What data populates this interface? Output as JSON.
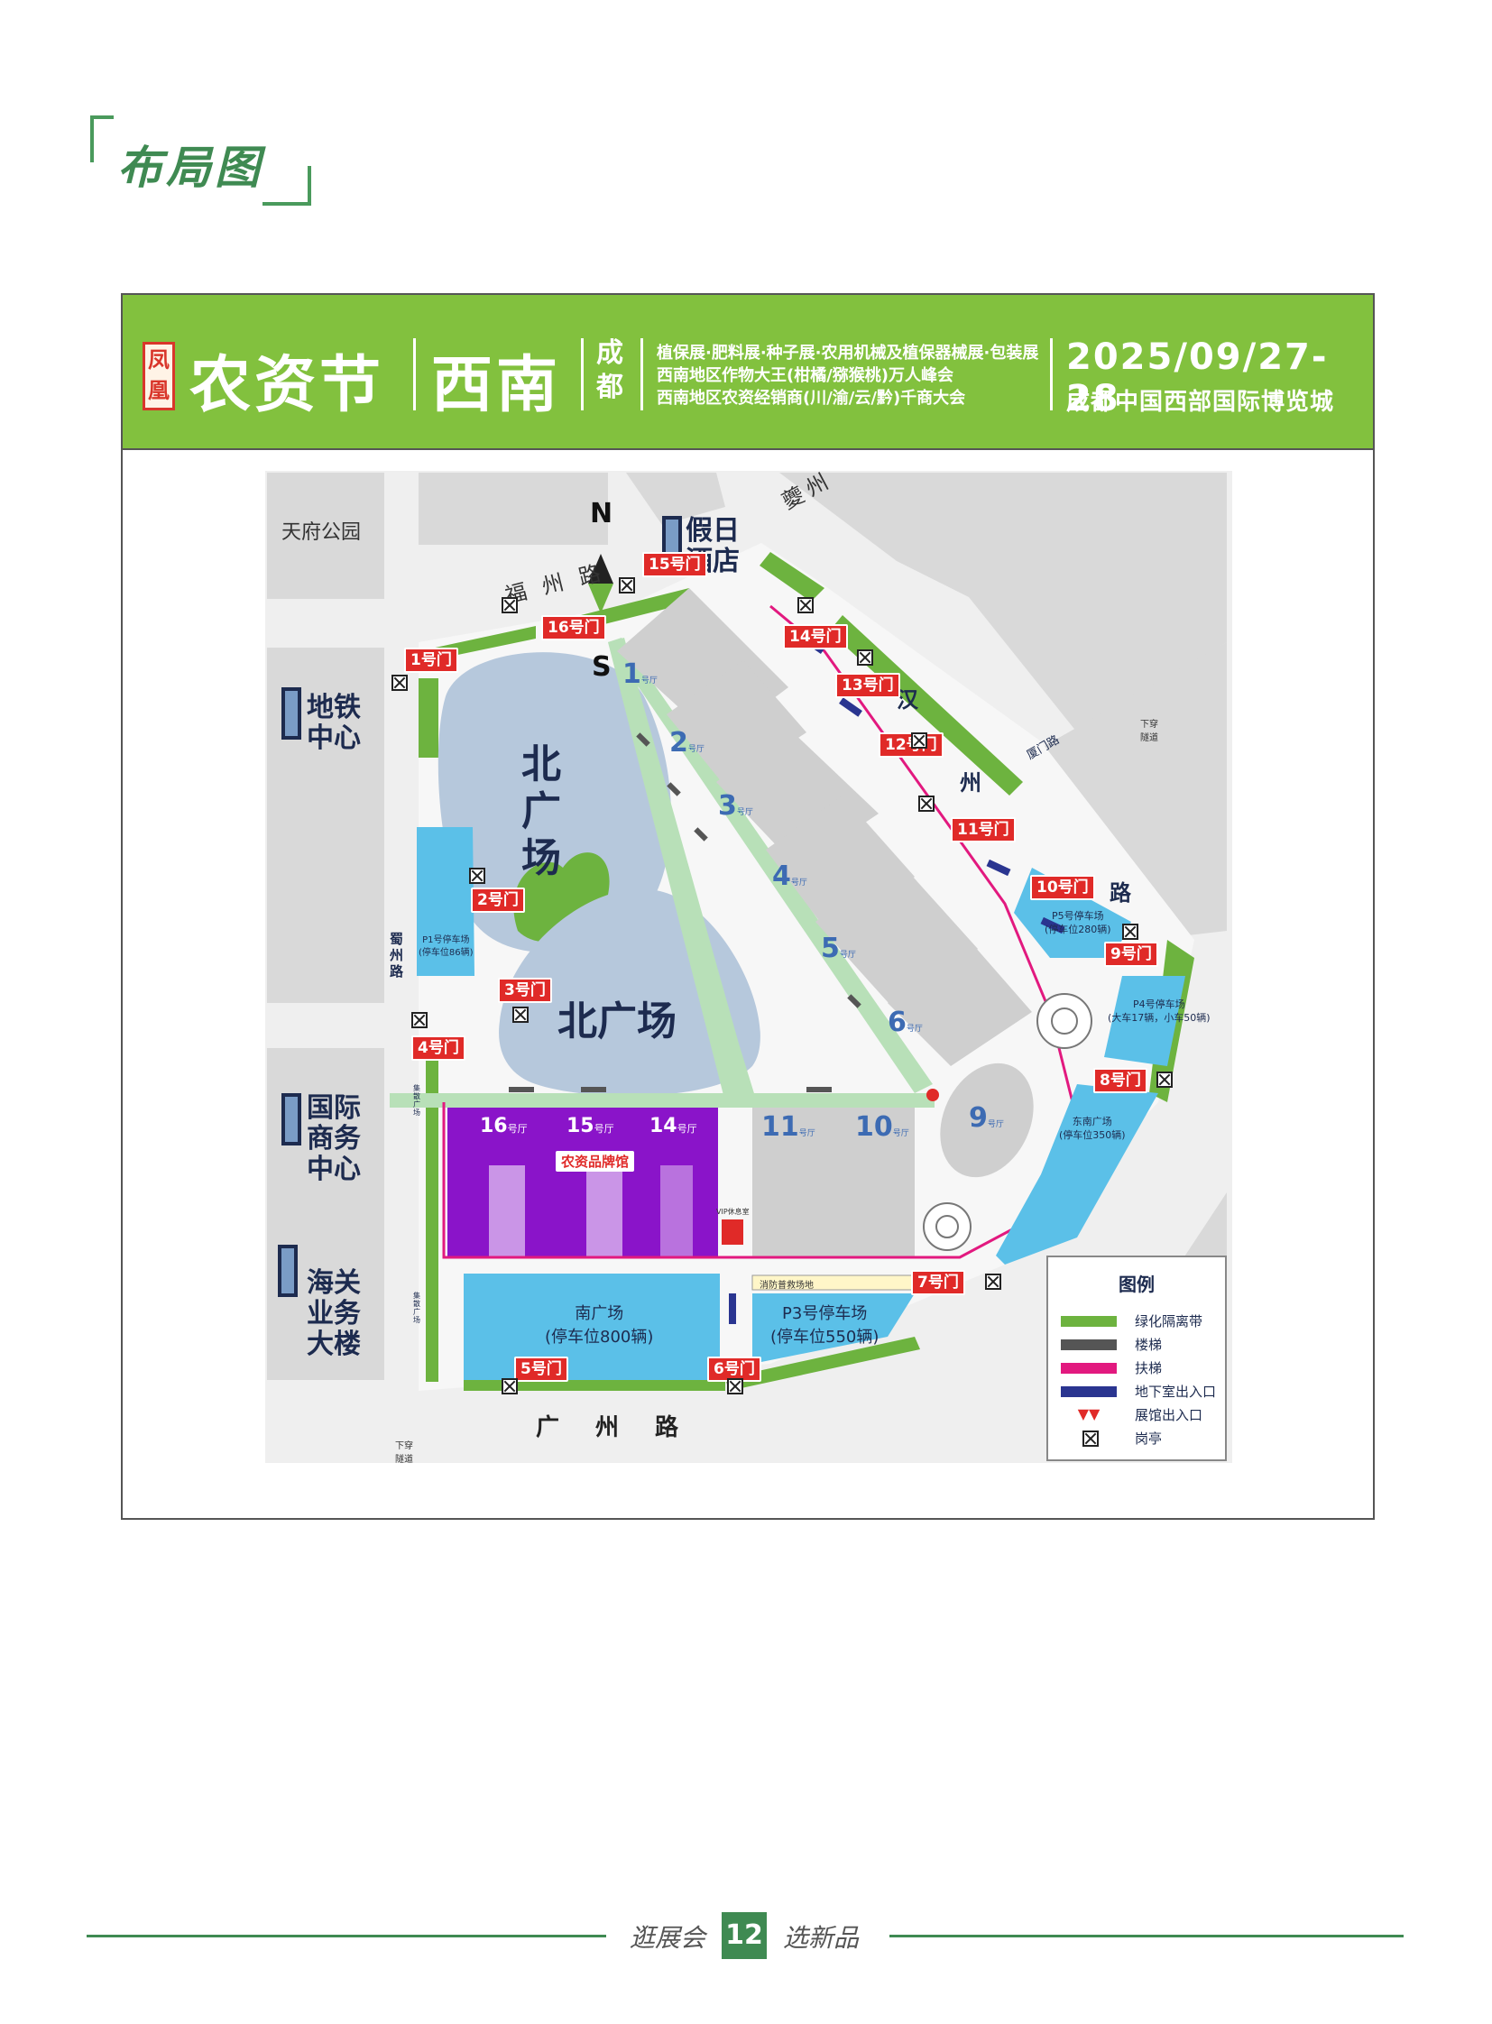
{
  "section_title": "布局图",
  "banner": {
    "logo": "凤凰",
    "name": "农资节",
    "region": "西南",
    "city": "成都",
    "lines": [
      "植保展·肥料展·种子展·农用机械及植保器械展·包装展",
      "西南地区作物大王(柑橘/猕猴桃)万人峰会",
      "西南地区农资经销商(川/渝/云/黔)千商大会"
    ],
    "date": "2025/09/27-28",
    "venue": "成都中国西部国际博览城"
  },
  "map": {
    "places": {
      "tianfu_park": "天府公园",
      "holiday_hotel_1": "假日",
      "holiday_hotel_2": "酒店",
      "metro_center_1": "地铁",
      "metro_center_2": "中心",
      "intl_biz_1": "国际",
      "intl_biz_2": "商务",
      "intl_biz_3": "中心",
      "customs_1": "海关",
      "customs_2": "业务",
      "customs_3": "大楼"
    },
    "roads": {
      "fuzhou": "福州路",
      "kuizhou": "夔州",
      "hanzhou_1": "汉",
      "hanzhou_2": "州",
      "hanzhou_3": "路",
      "shuzhou": "蜀州路",
      "guangzhou": "广州路",
      "xiamen": "厦门路",
      "tunnel": "下穿隧道"
    },
    "compass": {
      "n": "N",
      "s": "S"
    },
    "plazas": {
      "north_plaza_big_1": "北",
      "north_plaza_big_2": "广",
      "north_plaza_big_3": "场",
      "north_plaza": "北广场",
      "south_plaza": "南广场",
      "south_plaza_cap": "(停车位800辆)",
      "p3": "P3号停车场",
      "p3_cap": "(停车位550辆)",
      "p1": "P1号停车场",
      "p1_cap": "(停车位86辆)",
      "p5": "P5号停车场",
      "p5_cap": "(停车位280辆)",
      "p4": "P4号停车场",
      "p4_cap": "(大车17辆，小车50辆)",
      "southeast": "东南广场",
      "southeast_cap": "(停车位350辆)",
      "fire_lane": "消防普救场地",
      "vip_room": "VIP休息室",
      "brand_hall": "农资品牌馆",
      "west_plaza_1": "集散广场",
      "west_plaza_2": "集散广场"
    },
    "halls": [
      {
        "num": "1",
        "sub": "号厅"
      },
      {
        "num": "2",
        "sub": "号厅"
      },
      {
        "num": "3",
        "sub": "号厅"
      },
      {
        "num": "4",
        "sub": "号厅"
      },
      {
        "num": "5",
        "sub": "号厅"
      },
      {
        "num": "6",
        "sub": "号厅"
      },
      {
        "num": "9",
        "sub": "号厅"
      },
      {
        "num": "10",
        "sub": "号厅"
      },
      {
        "num": "11",
        "sub": "号厅"
      },
      {
        "num": "14",
        "sub": "号厅"
      },
      {
        "num": "15",
        "sub": "号厅"
      },
      {
        "num": "16",
        "sub": "号厅"
      }
    ],
    "gates": [
      "1号门",
      "2号门",
      "3号门",
      "4号门",
      "5号门",
      "6号门",
      "7号门",
      "8号门",
      "9号门",
      "10号门",
      "11号门",
      "12号门",
      "13号门",
      "14号门",
      "15号门",
      "16号门"
    ]
  },
  "legend": {
    "title": "图例",
    "items": [
      {
        "label": "绿化隔离带",
        "color": "#6db33f"
      },
      {
        "label": "楼梯",
        "color": "#555555"
      },
      {
        "label": "扶梯",
        "color": "#e2197f"
      },
      {
        "label": "地下室出入口",
        "color": "#2a3590"
      },
      {
        "label": "展馆出入口",
        "color": "#e02a28"
      },
      {
        "label": "岗亭",
        "color": "#222222"
      }
    ]
  },
  "footer": {
    "left": "逛展会",
    "page": "12",
    "right": "选新品"
  },
  "colors": {
    "green": "#82c13e",
    "dark_green": "#3f8a52",
    "purple": "#8a14c9",
    "lake": "#b6c8dc",
    "parking": "#5bc0e8",
    "gate_red": "#e02a28"
  }
}
